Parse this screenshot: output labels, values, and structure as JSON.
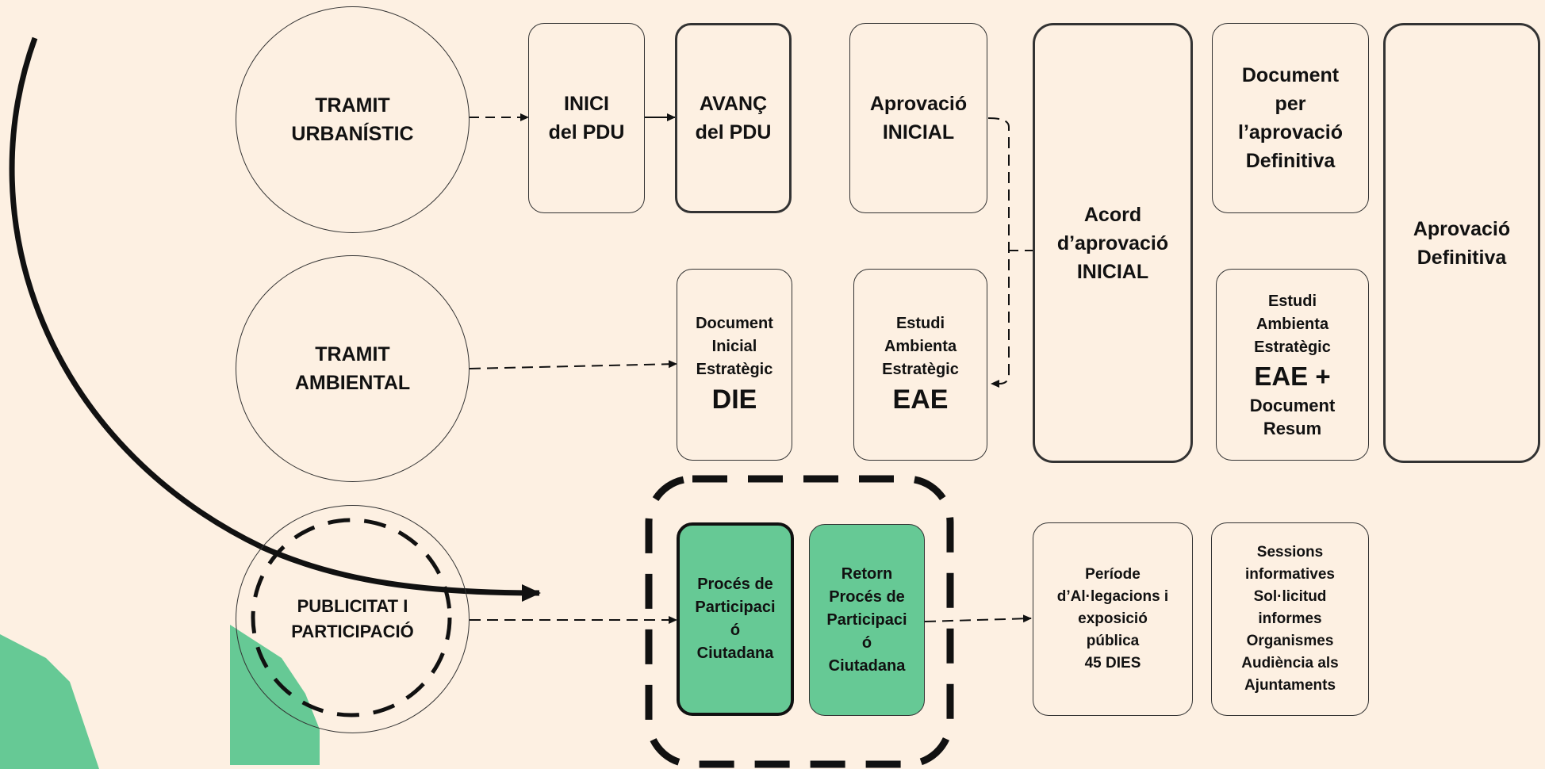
{
  "rows": {
    "urbanistic": {
      "label1": "TRAMIT",
      "label2": "URBANÍSTIC"
    },
    "ambiental": {
      "label1": "TRAMIT",
      "label2": "AMBIENTAL"
    },
    "publicitat": {
      "label1": "PUBLICITAT I",
      "label2": "PARTICIPACIÓ"
    }
  },
  "urbanistic_steps": {
    "inici": [
      "INICI",
      "del PDU"
    ],
    "avanc": [
      "AVANÇ",
      "del PDU"
    ],
    "aprov_inicial": [
      "Aprovació",
      "INICIAL"
    ],
    "document_aprov_def": [
      "Document",
      "per",
      "l’aprovació",
      "Definitiva"
    ]
  },
  "acord": [
    "Acord",
    "d’aprovació",
    "INICIAL"
  ],
  "aprov_definitiva": [
    "Aprovació",
    "Definitiva"
  ],
  "ambiental_steps": {
    "die": {
      "lines": [
        "Document",
        "Inicial",
        "Estratègic"
      ],
      "abbr": "DIE"
    },
    "eae": {
      "lines": [
        "Estudi",
        "Ambienta",
        "Estratègic"
      ],
      "abbr": "EAE"
    },
    "eae_resum": {
      "lines": [
        "Estudi",
        "Ambienta",
        "Estratègic"
      ],
      "abbr": "EAE +",
      "tail": [
        "Document",
        "Resum"
      ]
    }
  },
  "participacio_steps": {
    "proces": [
      "Procés de",
      "Participaci",
      "ó",
      "Ciutadana"
    ],
    "retorn": [
      "Retorn",
      "Procés de",
      "Participaci",
      "ó",
      "Ciutadana"
    ],
    "periode": [
      "Període",
      "d’Al·legacions i",
      "exposició",
      "pública",
      "45 DIES"
    ],
    "sessions": [
      "Sessions",
      "informatives",
      "Sol·licitud",
      "informes",
      "Organismes",
      "Audiència als",
      "Ajuntaments"
    ]
  },
  "colors": {
    "background": "#fdf0e2",
    "green": "#66c995",
    "line": "#111111"
  }
}
